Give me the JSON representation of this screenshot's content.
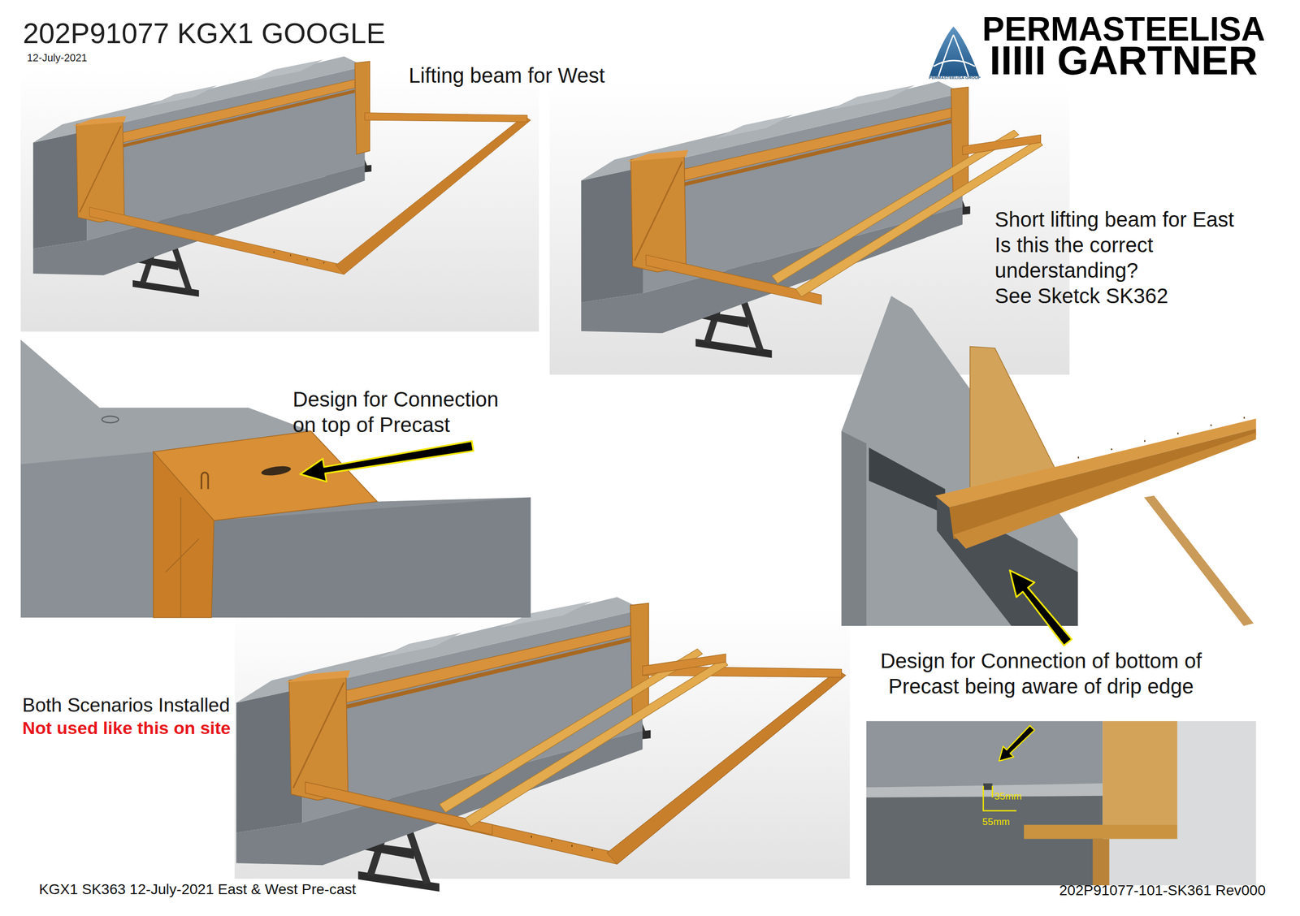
{
  "diagram": {
    "title": "202P91077 KGX1 GOOGLE",
    "labels": [
      "12-July-2021",
      "PERMASTEELISA",
      "IIIII GARTNER",
      "PERMASTEELISA GROUP",
      "Lifting beam for West",
      "Short lifting beam for East",
      "Is this the correct understanding?",
      "See Sketck SK362",
      "Design for Connection on top of Precast",
      "Design for Connection of bottom of Precast being aware of drip edge",
      "Both Scenarios Installed",
      "Not used like this on site",
      "35mm",
      "55mm",
      "KGX1 SK363 12-July-2021 East & West Pre-cast",
      "202P91077-101-SK361 Rev000"
    ]
  }
}
